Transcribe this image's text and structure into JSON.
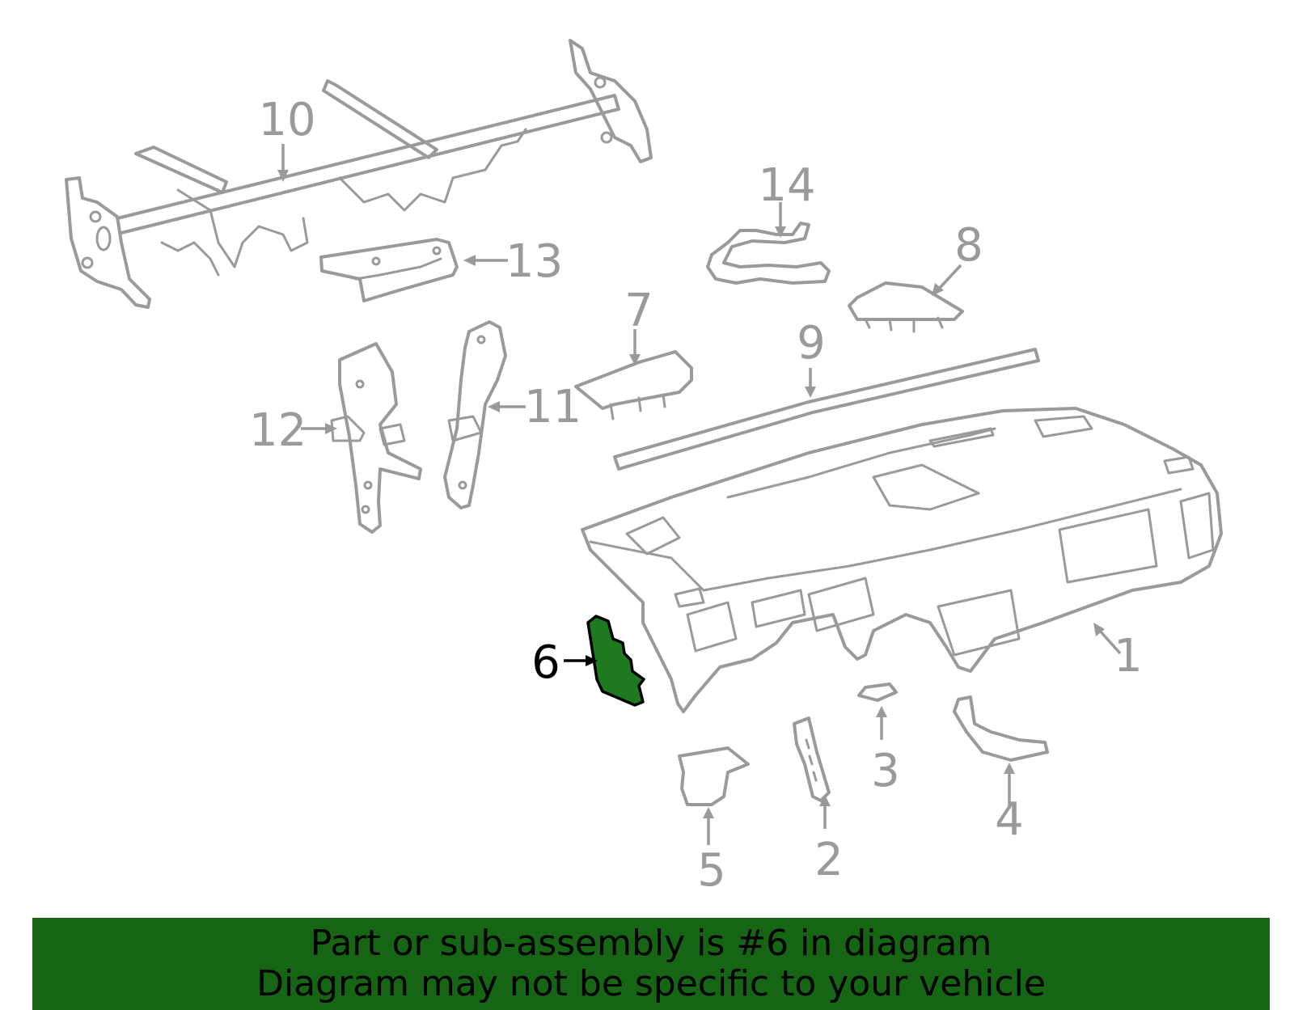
{
  "callouts": [
    {
      "id": "1",
      "label": "1"
    },
    {
      "id": "2",
      "label": "2"
    },
    {
      "id": "3",
      "label": "3"
    },
    {
      "id": "4",
      "label": "4"
    },
    {
      "id": "5",
      "label": "5"
    },
    {
      "id": "6",
      "label": "6",
      "highlighted": true
    },
    {
      "id": "7",
      "label": "7"
    },
    {
      "id": "8",
      "label": "8"
    },
    {
      "id": "9",
      "label": "9"
    },
    {
      "id": "10",
      "label": "10"
    },
    {
      "id": "11",
      "label": "11"
    },
    {
      "id": "12",
      "label": "12"
    },
    {
      "id": "13",
      "label": "13"
    },
    {
      "id": "14",
      "label": "14"
    }
  ],
  "banner": {
    "line1": "Part or sub-assembly is #6 in diagram",
    "line2": "Diagram may not be specific to your vehicle"
  },
  "colors": {
    "line_art": "#9a9a9a",
    "highlight_fill": "#1e7a1e",
    "banner_bg": "#156515",
    "banner_text": "#000000"
  }
}
